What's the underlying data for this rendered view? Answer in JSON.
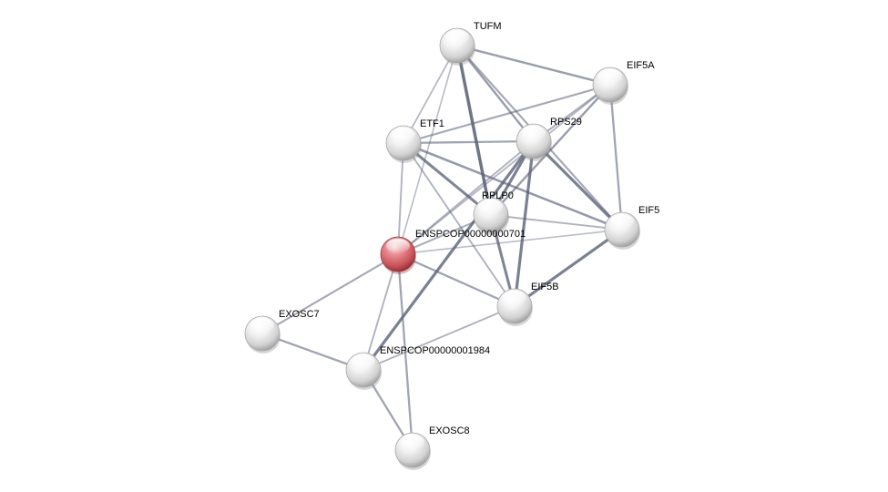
{
  "network": {
    "query_node_id": "q701",
    "colors": {
      "node_fill": "#f2f2f2",
      "node_shadow": "#8a8a8a",
      "query_fill": "#e07a7f",
      "query_shadow": "#8e2a30",
      "edge_color": "#5a6078"
    },
    "nodes": [
      {
        "id": "tufm",
        "label": "TUFM"
      },
      {
        "id": "eif5a",
        "label": "EIF5A"
      },
      {
        "id": "etf1",
        "label": "ETF1"
      },
      {
        "id": "rps29",
        "label": "RPS29"
      },
      {
        "id": "rplp0",
        "label": "RPLP0"
      },
      {
        "id": "eif5",
        "label": "EIF5"
      },
      {
        "id": "q701",
        "label": "ENSPCOP00000000701"
      },
      {
        "id": "eif5b",
        "label": "EIF5B"
      },
      {
        "id": "exosc7",
        "label": "EXOSC7"
      },
      {
        "id": "q1984",
        "label": "ENSPCOP00000001984"
      },
      {
        "id": "exosc8",
        "label": "EXOSC8"
      }
    ],
    "edges": [
      {
        "source": "tufm",
        "target": "eif5a",
        "confidence": 0.55
      },
      {
        "source": "tufm",
        "target": "rps29",
        "confidence": 0.55
      },
      {
        "source": "tufm",
        "target": "rplp0",
        "confidence": 0.95
      },
      {
        "source": "tufm",
        "target": "eif5",
        "confidence": 0.45
      },
      {
        "source": "tufm",
        "target": "etf1",
        "confidence": 0.3
      },
      {
        "source": "tufm",
        "target": "q701",
        "confidence": 0.25
      },
      {
        "source": "eif5a",
        "target": "eif5",
        "confidence": 0.5
      },
      {
        "source": "eif5a",
        "target": "etf1",
        "confidence": 0.45
      },
      {
        "source": "eif5a",
        "target": "rplp0",
        "confidence": 0.55
      },
      {
        "source": "eif5a",
        "target": "q701",
        "confidence": 0.3
      },
      {
        "source": "eif5a",
        "target": "rps29",
        "confidence": 0.4
      },
      {
        "source": "etf1",
        "target": "rps29",
        "confidence": 0.5
      },
      {
        "source": "etf1",
        "target": "rplp0",
        "confidence": 0.8
      },
      {
        "source": "etf1",
        "target": "eif5",
        "confidence": 0.6
      },
      {
        "source": "etf1",
        "target": "eif5b",
        "confidence": 0.35
      },
      {
        "source": "etf1",
        "target": "q701",
        "confidence": 0.35
      },
      {
        "source": "rps29",
        "target": "rplp0",
        "confidence": 0.85
      },
      {
        "source": "rps29",
        "target": "eif5",
        "confidence": 0.85
      },
      {
        "source": "rps29",
        "target": "eif5b",
        "confidence": 0.85
      },
      {
        "source": "rps29",
        "target": "q1984",
        "confidence": 0.85
      },
      {
        "source": "rps29",
        "target": "q701",
        "confidence": 0.35
      },
      {
        "source": "rplp0",
        "target": "eif5",
        "confidence": 0.35
      },
      {
        "source": "rplp0",
        "target": "eif5b",
        "confidence": 0.8
      },
      {
        "source": "rplp0",
        "target": "q701",
        "confidence": 0.4
      },
      {
        "source": "eif5",
        "target": "eif5b",
        "confidence": 0.85
      },
      {
        "source": "eif5",
        "target": "q701",
        "confidence": 0.25
      },
      {
        "source": "q701",
        "target": "eif5b",
        "confidence": 0.5
      },
      {
        "source": "q701",
        "target": "exosc7",
        "confidence": 0.45
      },
      {
        "source": "q701",
        "target": "q1984",
        "confidence": 0.35
      },
      {
        "source": "q701",
        "target": "exosc8",
        "confidence": 0.5
      },
      {
        "source": "eif5b",
        "target": "q1984",
        "confidence": 0.35
      },
      {
        "source": "exosc7",
        "target": "q1984",
        "confidence": 0.5
      },
      {
        "source": "q1984",
        "target": "exosc8",
        "confidence": 0.5
      }
    ]
  }
}
